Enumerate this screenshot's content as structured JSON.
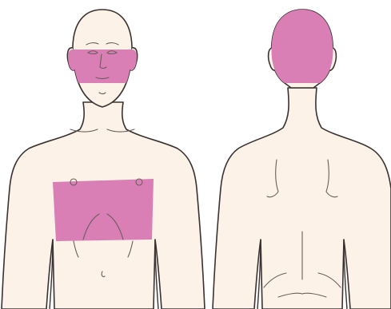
{
  "figure": {
    "views": [
      {
        "view": "front",
        "highlighted_regions": [
          "face-band",
          "chest-band"
        ]
      },
      {
        "view": "back",
        "highlighted_regions": [
          "back-of-head"
        ]
      }
    ]
  },
  "colors": {
    "background": "#ffffff",
    "skin": "#fdf2e8",
    "outline": "#3a3230",
    "detail_line": "#6b5e5a",
    "highlight": "#d97fb6"
  }
}
